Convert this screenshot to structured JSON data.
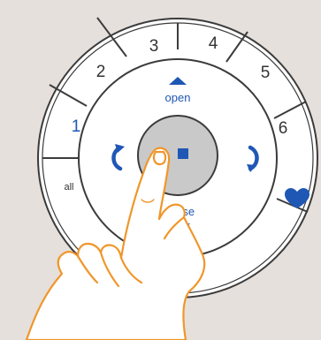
{
  "colors": {
    "background": "#e5e0dc",
    "remote_body": "#ffffff",
    "outline": "#3b3b3b",
    "center_button": "#c9c9c9",
    "accent_blue": "#1f57b5",
    "hand_stroke": "#f0962a",
    "label_dark": "#333333"
  },
  "remote": {
    "channel_buttons": [
      "1",
      "2",
      "3",
      "4",
      "5",
      "6"
    ],
    "all_label": "all",
    "favorite_icon": "heart-icon",
    "open_label": "open",
    "close_label": "close",
    "stop_icon": "stop-square-icon",
    "tilt_left_icon": "tilt-open-icon",
    "tilt_right_icon": "tilt-close-icon",
    "up_icon": "triangle-up-icon",
    "down_icon": "triangle-down-icon"
  },
  "overlay": {
    "hand_icon": "pointing-hand-icon"
  }
}
